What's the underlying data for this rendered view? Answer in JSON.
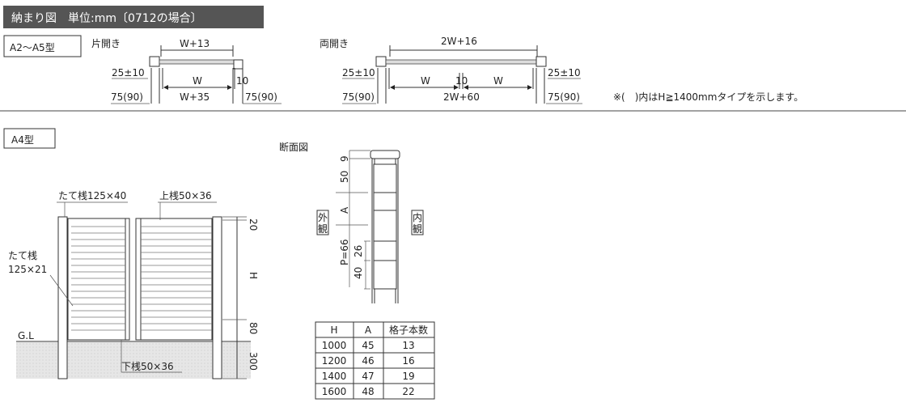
{
  "header": {
    "title": "納まり図　単位:mm〔0712の場合〕"
  },
  "section_a2a5": {
    "type_label": "A2〜A5型",
    "single": {
      "label": "片開き",
      "top_dim": "W+13",
      "gap": "25±10",
      "w": "W",
      "gap10": "10",
      "bottom_dim": "W+35",
      "post_left": "75(90)",
      "post_right": "75(90)"
    },
    "double": {
      "label": "両開き",
      "top_dim": "2W+16",
      "gap_left": "25±10",
      "gap_right": "25±10",
      "w_left": "W",
      "center_gap": "10",
      "w_right": "W",
      "bottom_dim": "2W+60",
      "post_left": "75(90)",
      "post_right": "75(90)"
    },
    "note": "※(　)内はH≧1400mmタイプを示します。"
  },
  "section_a4": {
    "type_label": "A4型",
    "front": {
      "stile_outer": "たて桟125×40",
      "top_rail": "上桟50×36",
      "stile_inner_1": "たて桟",
      "stile_inner_2": "125×21",
      "bottom_rail": "下桟50×36",
      "ground": "G.L",
      "dims": {
        "top": "20",
        "height": "H",
        "bottom": "80",
        "embed": "300"
      }
    },
    "cross_section": {
      "title": "断面図",
      "outside": [
        "外",
        "観"
      ],
      "inside": [
        "内",
        "観"
      ],
      "dims": [
        "9",
        "50",
        "A",
        "P=66",
        "26",
        "40"
      ]
    },
    "table": {
      "headers": [
        "H",
        "A",
        "格子本数"
      ],
      "rows": [
        [
          "1000",
          "45",
          "13"
        ],
        [
          "1200",
          "46",
          "16"
        ],
        [
          "1400",
          "47",
          "19"
        ],
        [
          "1600",
          "48",
          "22"
        ]
      ]
    }
  }
}
